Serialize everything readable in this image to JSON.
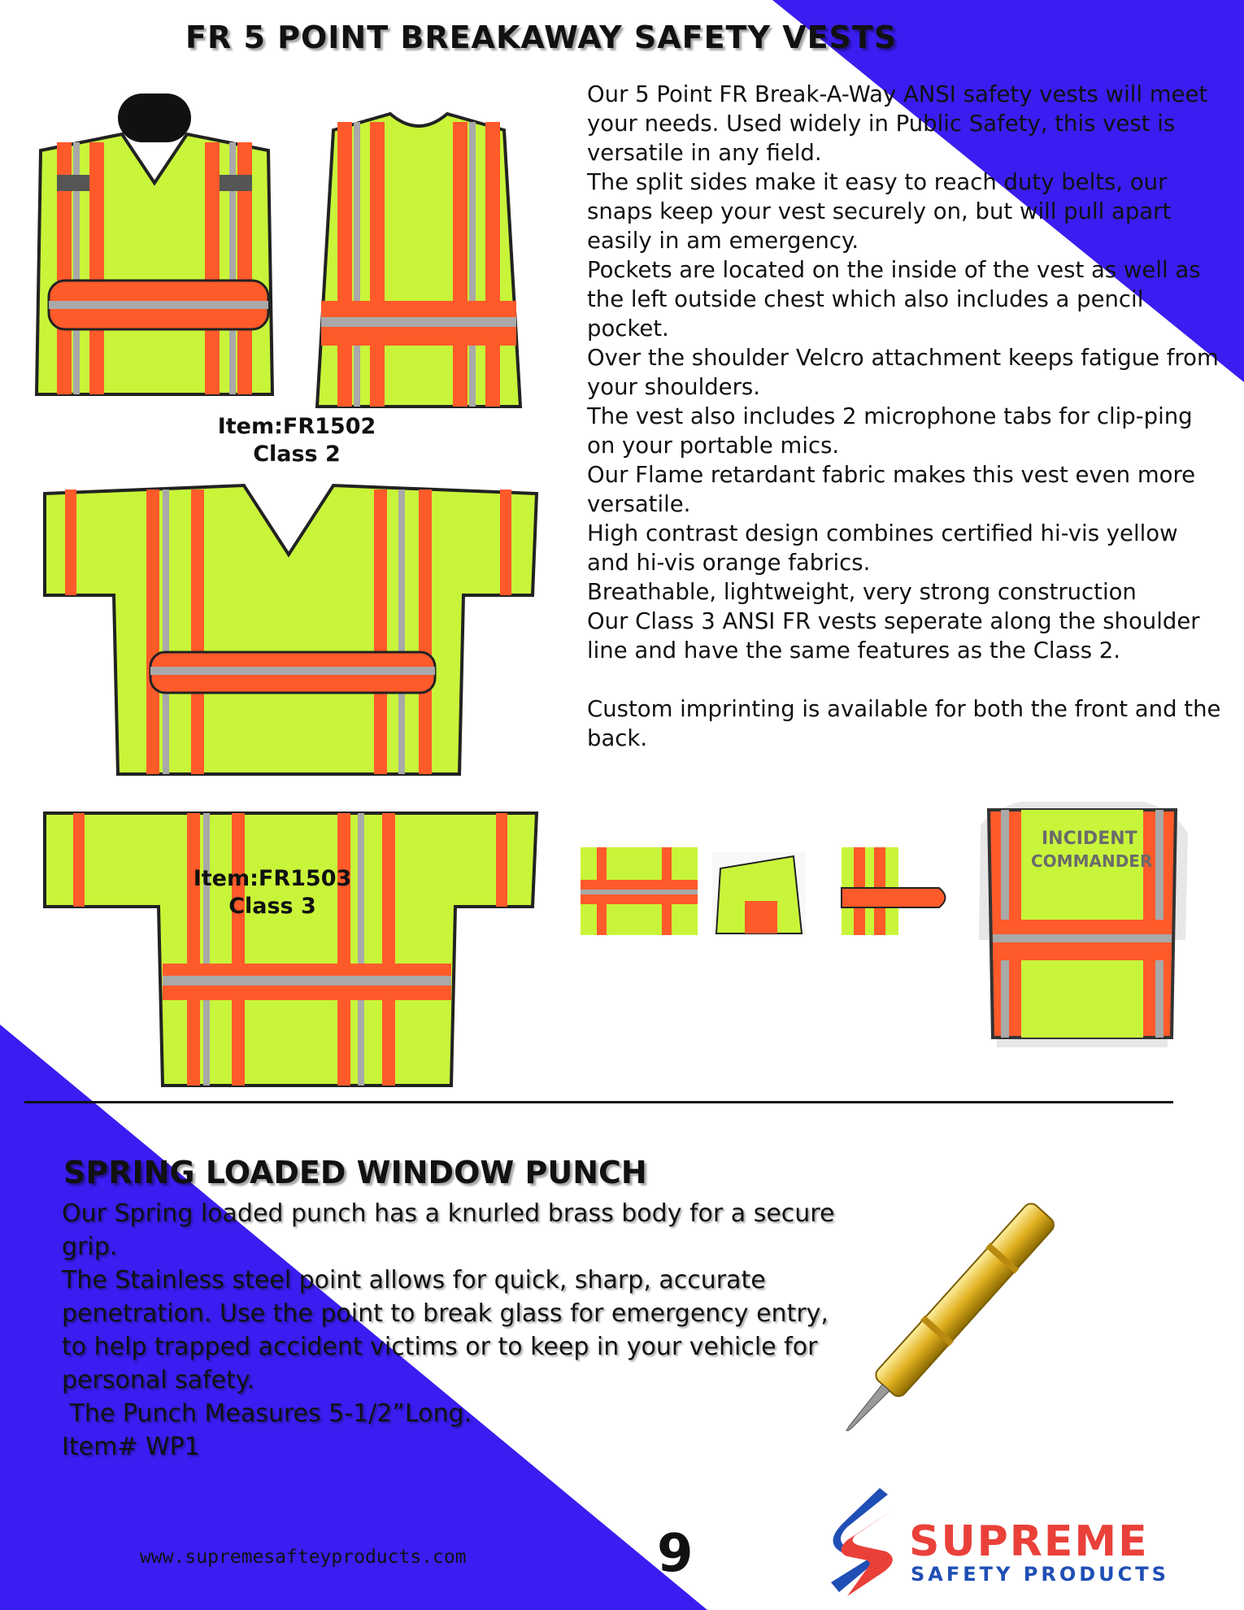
{
  "title": "FR 5 POINT BREAKAWAY SAFETY VESTS",
  "description": [
    "Our 5 Point FR Break-A-Way ANSI safety vests will meet your needs. Used widely in Public Safety, this vest is versatile in any field.",
    "The split sides make it easy to reach duty belts, our snaps keep your vest securely on, but will pull apart easily in am emergency.",
    "Pockets are located on the inside of the vest as well as the left outside chest which also includes a pencil pocket.",
    "Over the shoulder Velcro attachment keeps fatigue from your shoulders.",
    "The vest also includes 2 microphone tabs for clip-ping on your portable mics.",
    "Our Flame retardant fabric makes this vest even more versatile.",
    "High contrast design combines certified hi-vis yellow and hi-vis orange fabrics.",
    "Breathable, lightweight, very strong construction",
    "Our Class 3 ANSI FR vests seperate along the shoulder line and have the same features as the Class 2."
  ],
  "custom_note": "Custom imprinting is available for both the front and the back.",
  "items": [
    {
      "item": "Item:FR1502",
      "class": "Class 2"
    },
    {
      "item": "Item:FR1503",
      "class": "Class 3"
    }
  ],
  "photo_text": {
    "back_print_1": "INCIDENT",
    "back_print_2": "COMMANDER"
  },
  "punch": {
    "title": "SPRING LOADED WINDOW PUNCH",
    "lines": [
      "Our Spring loaded punch has a  knurled brass body for a secure grip.",
      "The Stainless steel point allows for quick, sharp, accurate penetration. Use the point to break glass for emergency entry, to help trapped accident victims or to keep in your vehicle for personal safety.",
      " The Punch Measures 5-1/2”Long.",
      "Item# WP1"
    ]
  },
  "footer": {
    "url": "www.supremesafteyproducts.com",
    "page": "9",
    "logo_line1": "SUPREME",
    "logo_line2": "SAFETY PRODUCTS"
  },
  "colors": {
    "accent_blue": "#3a1df0",
    "vest_yellow": "#c8f53a",
    "vest_orange": "#ff5a2a",
    "reflective": "#a9a9a9",
    "logo_red": "#e9413a",
    "logo_blue": "#1f4fb5"
  }
}
